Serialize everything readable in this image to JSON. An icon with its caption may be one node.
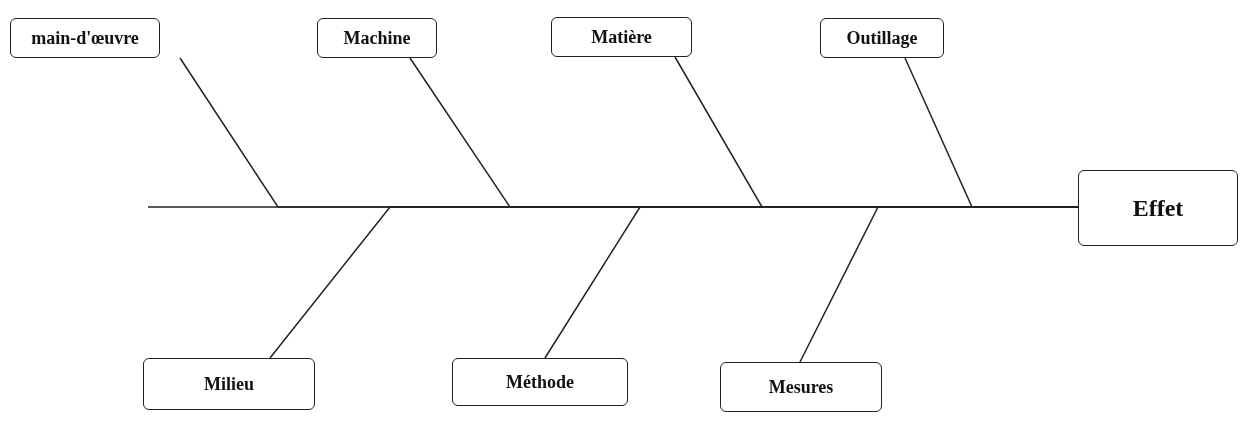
{
  "diagram": {
    "nodes": [
      {
        "text": [
          "main-d'œuvre"
        ]
      },
      {
        "text": [
          "Machine"
        ]
      },
      {
        "text": [
          "Matière"
        ]
      },
      {
        "text": [
          "Outillage"
        ]
      },
      {
        "text": [
          "Effet"
        ]
      },
      {
        "text": [
          "Milieu"
        ]
      },
      {
        "text": [
          "Méthode"
        ]
      },
      {
        "text": [
          "Mesures"
        ]
      }
    ],
    "edges": [
      {
        "from": null,
        "to": 4,
        "arrow": "none"
      },
      {
        "from": 0,
        "to": 4,
        "arrow": "none"
      },
      {
        "from": 1,
        "to": 4,
        "arrow": "none"
      },
      {
        "from": 2,
        "to": 4,
        "arrow": "none"
      },
      {
        "from": 3,
        "to": 4,
        "arrow": "none"
      },
      {
        "from": 5,
        "to": 4,
        "arrow": "none"
      },
      {
        "from": 6,
        "to": 4,
        "arrow": "none"
      },
      {
        "from": 7,
        "to": 4,
        "arrow": "none"
      }
    ]
  }
}
